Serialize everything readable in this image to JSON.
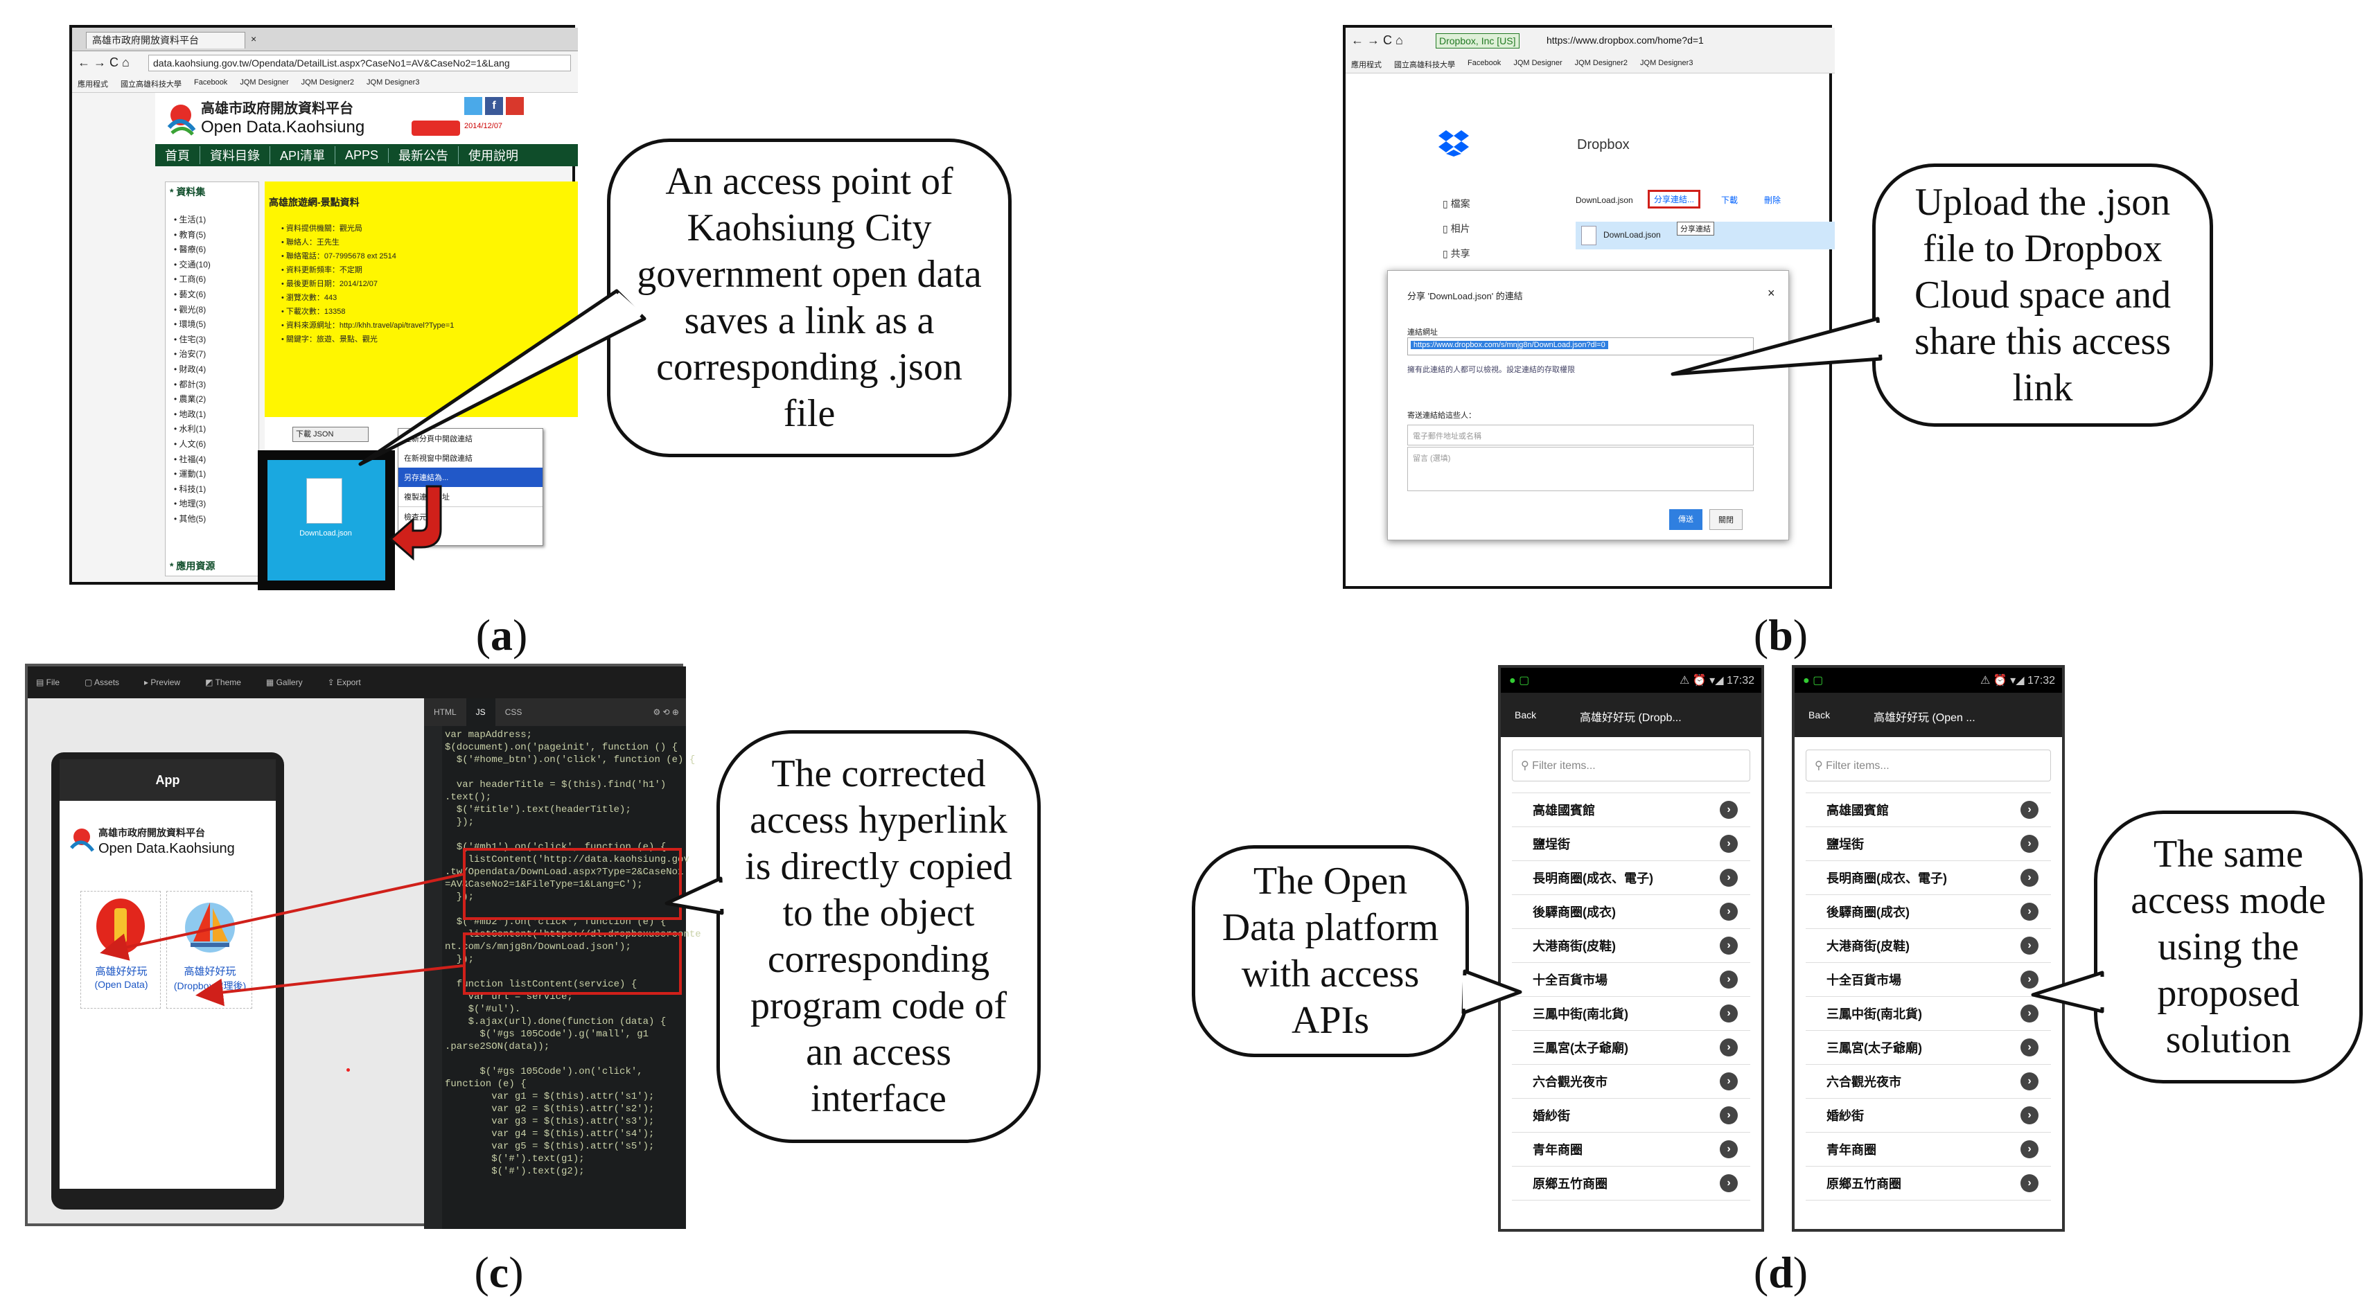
{
  "panel_a": {
    "tab_title": "高雄市政府開放資料平台",
    "url": "data.kaohsiung.gov.tw/Opendata/DetailList.aspx?CaseNo1=AV&CaseNo2=1&Lang",
    "bookmarks": [
      "應用程式",
      "國立高雄科技大學",
      "Facebook",
      "JQM Designer",
      "JQM Designer2",
      "JQM Designer3"
    ],
    "site_title_cn": "高雄市政府開放資料平台",
    "site_title_en": "Open Data.Kaohsiung",
    "menu": [
      "首頁",
      "資料目錄",
      "API清單",
      "APPS",
      "最新公告",
      "使用說明"
    ],
    "sidebar_header": "* 資料集",
    "sidebar_items": [
      "生活(1)",
      "教育(5)",
      "醫療(6)",
      "交通(10)",
      "工商(6)",
      "藝文(6)",
      "觀光(8)",
      "環境(5)",
      "住宅(3)",
      "治安(7)",
      "財政(4)",
      "都計(3)",
      "農業(2)",
      "地政(1)",
      "水利(1)",
      "人文(6)",
      "社福(4)",
      "運動(1)",
      "科技(1)",
      "地理(3)",
      "其他(5)"
    ],
    "detail_title": "高雄旅遊網-景點資料",
    "detail_rows": [
      "資料提供機關：觀光局",
      "聯絡人：王先生",
      "聯絡電話：07-7995678 ext 2514",
      "資料更新頻率：不定期",
      "最後更新日期：2014/12/07",
      "瀏覽次數：443",
      "下載次數：13358",
      "資料來源網址：http://khh.travel/api/travel?Type=1",
      "關鍵字：旅遊、景點、觀光"
    ],
    "download_label": "下載 JSON",
    "context_menu": [
      "在新分頁中開啟連結",
      "在新視窗中開啟連結",
      "另存連結為...",
      "複製連結網址",
      "檢查元素"
    ],
    "file_icon_label": "DownLoad.json",
    "bottom_sidebar": "* 應用資源"
  },
  "callout_a": "An access point of Kaohsiung City government open data saves a link as a corresponding .json file",
  "caption_a": "a",
  "panel_b": {
    "site_badge": "Dropbox, Inc [US]",
    "url": "https://www.dropbox.com/home?d=1",
    "bookmarks": [
      "應用程式",
      "國立高雄科技大學",
      "Facebook",
      "JQM Designer",
      "JQM Designer2",
      "JQM Designer3"
    ],
    "app_name": "Dropbox",
    "side_items": [
      "檔案",
      "相片",
      "共享"
    ],
    "file_name": "DownLoad.json",
    "share_button": "分享連結...",
    "tooltip": "分享連結",
    "toolbar_items": [
      "下載",
      "刪除"
    ],
    "dialog_title": "分享 'DownLoad.json' 的連結",
    "link_label": "連結網址",
    "link_value": "https://www.dropbox.com/s/mnjg8n/DownLoad.json?dl=0",
    "link_note": "擁有此連結的人都可以檢視。設定連結的存取權限",
    "send_label": "寄送連結給這些人：",
    "email_placeholder": "電子郵件地址或名稱",
    "message_placeholder": "留言 (選填)",
    "send_button": "傳送",
    "cancel_button": "關閉"
  },
  "callout_b": "Upload the .json file to Dropbox Cloud space and share this access link",
  "caption_b": "b",
  "panel_c": {
    "toolbar": [
      "File",
      "Assets",
      "Preview",
      "Theme",
      "Gallery",
      "Export"
    ],
    "phone_header": "App",
    "logo_cn": "高雄市政府開放資料平台",
    "logo_en": "Open Data.Kaohsiung",
    "app1_label": "高雄好好玩",
    "app1_sub": "(Open Data)",
    "app2_label": "高雄好好玩",
    "app2_sub": "(Dropbox處理後)",
    "editor_tabs": [
      "HTML",
      "JS",
      "CSS"
    ],
    "code_lines": [
      "var mapAddress;",
      "$(document).on('pageinit', function () {",
      "  $('#home_btn').on('click', function (e) {",
      "",
      "  var headerTitle = $(this).find('h1')",
      ".text();",
      "  $('#title').text(headerTitle);",
      "  });",
      "",
      "  $('#mb1').on('click', function (e) {",
      "    listContent('http://data.kaohsiung.gov",
      ".tw/Opendata/DownLoad.aspx?Type=2&CaseNo1",
      "=AV&CaseNo2=1&FileType=1&Lang=C');",
      "  });",
      "",
      "  $('#mb2').on('click', function (e) {",
      "    listContent('https://dl.dropboxuserconte",
      "nt.com/s/mnjg8n/DownLoad.json');",
      "  });",
      "",
      "  function listContent(service) {",
      "    var url = service;",
      "    $('#ul').",
      "    $.ajax(url).done(function (data) {",
      "      $('#gs 105Code').g('mall', g1",
      ".parse2SON(data));",
      "",
      "      $('#gs 105Code').on('click',",
      "function (e) {",
      "        var g1 = $(this).attr('s1');",
      "        var g2 = $(this).attr('s2');",
      "        var g3 = $(this).attr('s3');",
      "        var g4 = $(this).attr('s4');",
      "        var g5 = $(this).attr('s5');",
      "        $('#').text(g1);",
      "        $('#').text(g2);"
    ]
  },
  "callout_c": "The corrected access hyperlink is directly copied to the object corresponding program code of an access interface",
  "caption_c": "c",
  "panel_d": {
    "status_time": "17:32",
    "left_phone": {
      "back": "Back",
      "title": "高雄好好玩 (Dropb...",
      "filter_placeholder": "Filter items...",
      "items": [
        "高雄國賓館",
        "鹽埕街",
        "長明商圈(成衣、電子)",
        "後驛商圈(成衣)",
        "大港商街(皮鞋)",
        "十全百貨市場",
        "三鳳中街(南北貨)",
        "三鳳宮(太子爺廟)",
        "六合觀光夜市",
        "婚紗街",
        "青年商圈",
        "原鄉五竹商圈"
      ]
    },
    "right_phone": {
      "back": "Back",
      "title": "高雄好好玩 (Open ...",
      "filter_placeholder": "Filter items...",
      "items": [
        "高雄國賓館",
        "鹽埕街",
        "長明商圈(成衣、電子)",
        "後驛商圈(成衣)",
        "大港商街(皮鞋)",
        "十全百貨市場",
        "三鳳中街(南北貨)",
        "三鳳宮(太子爺廟)",
        "六合觀光夜市",
        "婚紗街",
        "青年商圈",
        "原鄉五竹商圈"
      ]
    }
  },
  "callout_d_left": "The Open Data platform with access APIs",
  "callout_d_right": "The same access mode using the proposed solution",
  "caption_d": "d",
  "colors": {
    "highlight_red": "#d0201a",
    "yellow": "#fff600",
    "dark_green": "#0f4d2a",
    "dropbox_blue": "#0061fe",
    "editor_bg": "#1b1d1e"
  }
}
